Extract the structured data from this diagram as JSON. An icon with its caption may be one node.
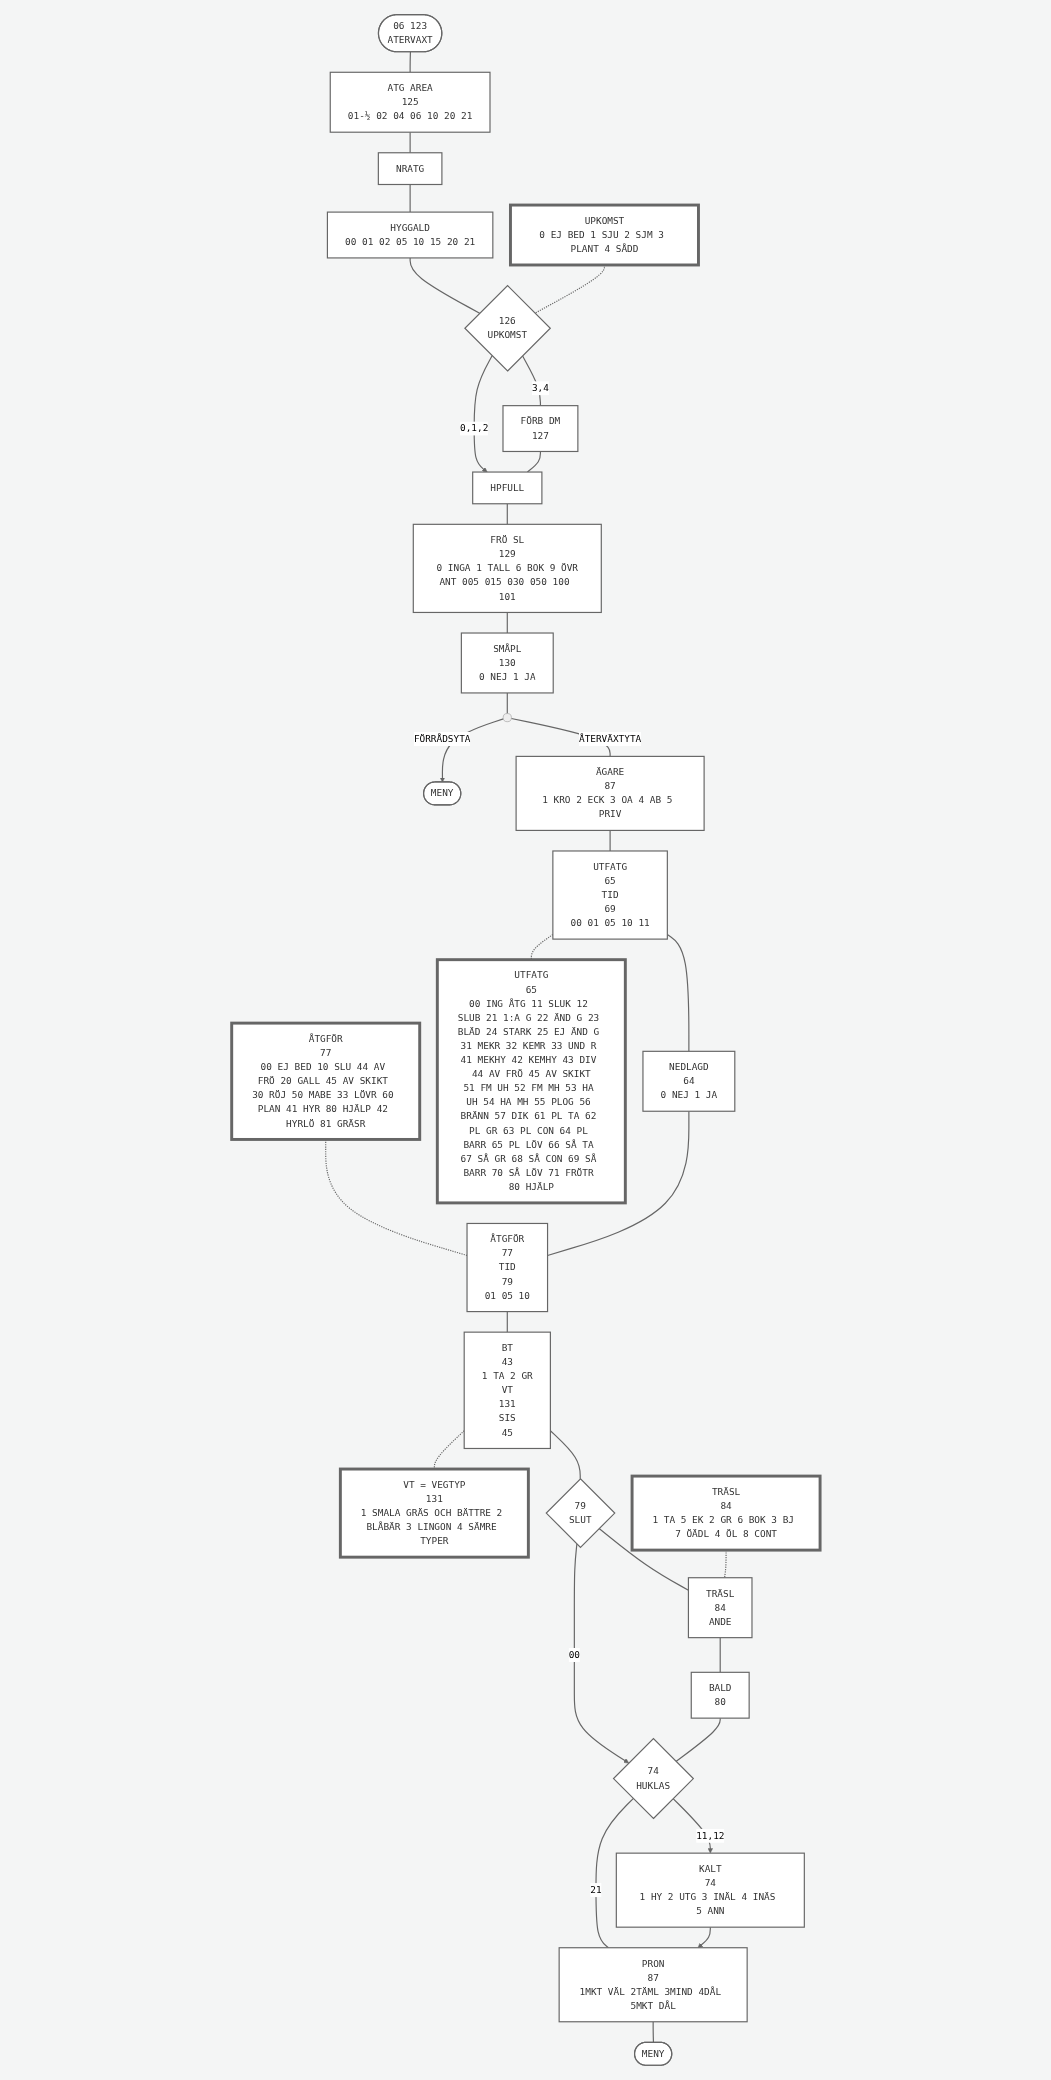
{
  "diagram": {
    "nodes": [
      {
        "text": [
          "06 123",
          "ATERVAXT"
        ]
      },
      {
        "text": [
          "ATG AREA",
          "125",
          "01-½ 02 04 06 10 20 21"
        ]
      },
      {
        "text": [
          "NRATG"
        ]
      },
      {
        "text": [
          "HYGGALD",
          "00 01 02 05 10 15 20 21"
        ]
      },
      {
        "text": [
          "UPKOMST",
          "0 EJ BED 1 SJU 2 SJM 3 PLANT 4 SÅDD"
        ]
      },
      {
        "text": [
          "126",
          "UPKOMST"
        ]
      },
      {
        "text": [
          "FÖRB DM",
          "127"
        ]
      },
      {
        "text": [
          "HPFULL"
        ]
      },
      {
        "text": [
          "FRÖ SL",
          "129",
          "0 INGA 1 TALL 6 BOK 9 ÖVR",
          "ANT 005 015 030 050 100 101"
        ]
      },
      {
        "text": [
          "SMÅPL",
          "130",
          "0 NEJ 1 JA"
        ]
      },
      {
        "text": [],
        "shape": "circle"
      },
      {
        "text": [
          "MENY"
        ]
      },
      {
        "text": [
          "ÄGARE",
          "87",
          "1 KRO 2 ECK 3 OA 4 AB 5 PRIV"
        ]
      },
      {
        "text": [
          "UTFATG",
          "65",
          "TID",
          "69",
          "00 01 05 10 11"
        ]
      },
      {
        "text": [
          "ÅTGFÖR",
          "77",
          "00 EJ BED 10 SLU 44 AV FRÖ 20 GALL 45 AV SKIKT 30 RÖJ 50 MABE 33 LÖVR 60 PLAN 41 HYR 80 HJÄLP 42 HYRLÖ 81 GRÄSR"
        ]
      },
      {
        "text": [
          "UTFATG",
          "65",
          "00 ING ÅTG 11 SLUK 12 SLUB 21 1:A G 22 ÄND G 23 BLÄD 24 STARK 25 EJ ÄND G 31 MEKR 32 KEMR 33 UND R 41 MEKHY 42 KEMHY 43 DIV 44 AV FRÖ 45 AV SKIKT",
          "51 FM UH 52 FM MH 53 HA UH 54 HA MH 55 PLOG 56 BRÄNN 57 DIK 61 PL TA 62 PL GR 63 PL CON 64 PL BARR 65 PL LÖV 66 SÅ TA 67 SÅ GR 68 SÅ CON 69 SÅ BARR 70 SÅ LÖV 71 FRÖTR 80 HJÄLP"
        ]
      },
      {
        "text": [
          "NEDLAGD",
          "64",
          "0 NEJ 1 JA"
        ]
      },
      {
        "text": [
          "ÅTGFÖR",
          "77",
          "TID",
          "79",
          "01 05 10"
        ]
      },
      {
        "text": [
          "VT = VEGTYP",
          "131",
          "1 SMALA GRÄS OCH BÄTTRE 2 BLÅBÄR 3 LINGON 4 SÄMRE TYPER"
        ]
      },
      {
        "text": [
          "BT",
          "43",
          "1 TA 2 GR",
          "VT",
          "131",
          "SIS",
          "45"
        ]
      },
      {
        "text": [
          "79",
          "SLUT"
        ]
      },
      {
        "text": [
          "TRÄSL",
          "84",
          "1 TA 5 EK 2 GR 6 BOK 3 BJ 7 ÖÄDL 4 ÖL 8 CONT"
        ]
      },
      {
        "text": [
          "TRÄSL",
          "84",
          "ANDE"
        ]
      },
      {
        "text": [
          "BALD",
          "80"
        ]
      },
      {
        "text": [
          "74",
          "HUKLAS"
        ]
      },
      {
        "text": [
          "KALT",
          "74",
          "1 HY 2 UTG 3 INÄL 4 INÄS 5 ANN"
        ]
      },
      {
        "text": [
          "PRON",
          "87",
          "1MKT VÄL 2TÄML 3MIND 4DÅL 5MKT DÅL"
        ]
      },
      {
        "text": [
          "MENY"
        ]
      }
    ],
    "edges": [
      {
        "from": 0,
        "to": 1,
        "arrow": "none"
      },
      {
        "from": 1,
        "to": 2,
        "arrow": "none"
      },
      {
        "from": 2,
        "to": 3,
        "arrow": "none"
      },
      {
        "from": 3,
        "to": 5,
        "arrow": "none"
      },
      {
        "from": 4,
        "to": 5,
        "arrow": "none",
        "style": "dashed"
      },
      {
        "from": 5,
        "to": 6,
        "arrow": "none",
        "label": "3,4"
      },
      {
        "from": 5,
        "to": 7,
        "arrow": "to",
        "label": "0,1,2"
      },
      {
        "from": 6,
        "to": 7,
        "arrow": "none"
      },
      {
        "from": 7,
        "to": 8,
        "arrow": "none"
      },
      {
        "from": 8,
        "to": 9,
        "arrow": "none"
      },
      {
        "from": 9,
        "to": 10,
        "arrow": "none"
      },
      {
        "from": 10,
        "to": 11,
        "arrow": "to",
        "label": "FÖRRÅDSYTA"
      },
      {
        "from": 10,
        "to": 12,
        "arrow": "none",
        "label": "ÅTERVÄXTYTA"
      },
      {
        "from": 12,
        "to": 13,
        "arrow": "none"
      },
      {
        "from": 13,
        "to": 15,
        "arrow": "none",
        "style": "dashed"
      },
      {
        "from": 14,
        "to": 17,
        "arrow": "none",
        "style": "dashed"
      },
      {
        "from": 13,
        "to": 16,
        "arrow": "none"
      },
      {
        "from": 16,
        "to": 17,
        "arrow": "none"
      },
      {
        "from": 17,
        "to": 19,
        "arrow": "none"
      },
      {
        "from": 18,
        "to": 19,
        "arrow": "none",
        "style": "dashed"
      },
      {
        "from": 19,
        "to": 20,
        "arrow": "none"
      },
      {
        "from": 20,
        "to": 22,
        "arrow": "none"
      },
      {
        "from": 20,
        "to": 24,
        "arrow": "to",
        "label": "00"
      },
      {
        "from": 21,
        "to": 22,
        "arrow": "none",
        "style": "dashed"
      },
      {
        "from": 22,
        "to": 23,
        "arrow": "none"
      },
      {
        "from": 23,
        "to": 24,
        "arrow": "none"
      },
      {
        "from": 24,
        "to": 25,
        "arrow": "to",
        "label": "11,12"
      },
      {
        "from": 24,
        "to": 26,
        "arrow": "none",
        "label": "21"
      },
      {
        "from": 25,
        "to": 26,
        "arrow": "to"
      },
      {
        "from": 26,
        "to": 27,
        "arrow": "none"
      }
    ]
  }
}
